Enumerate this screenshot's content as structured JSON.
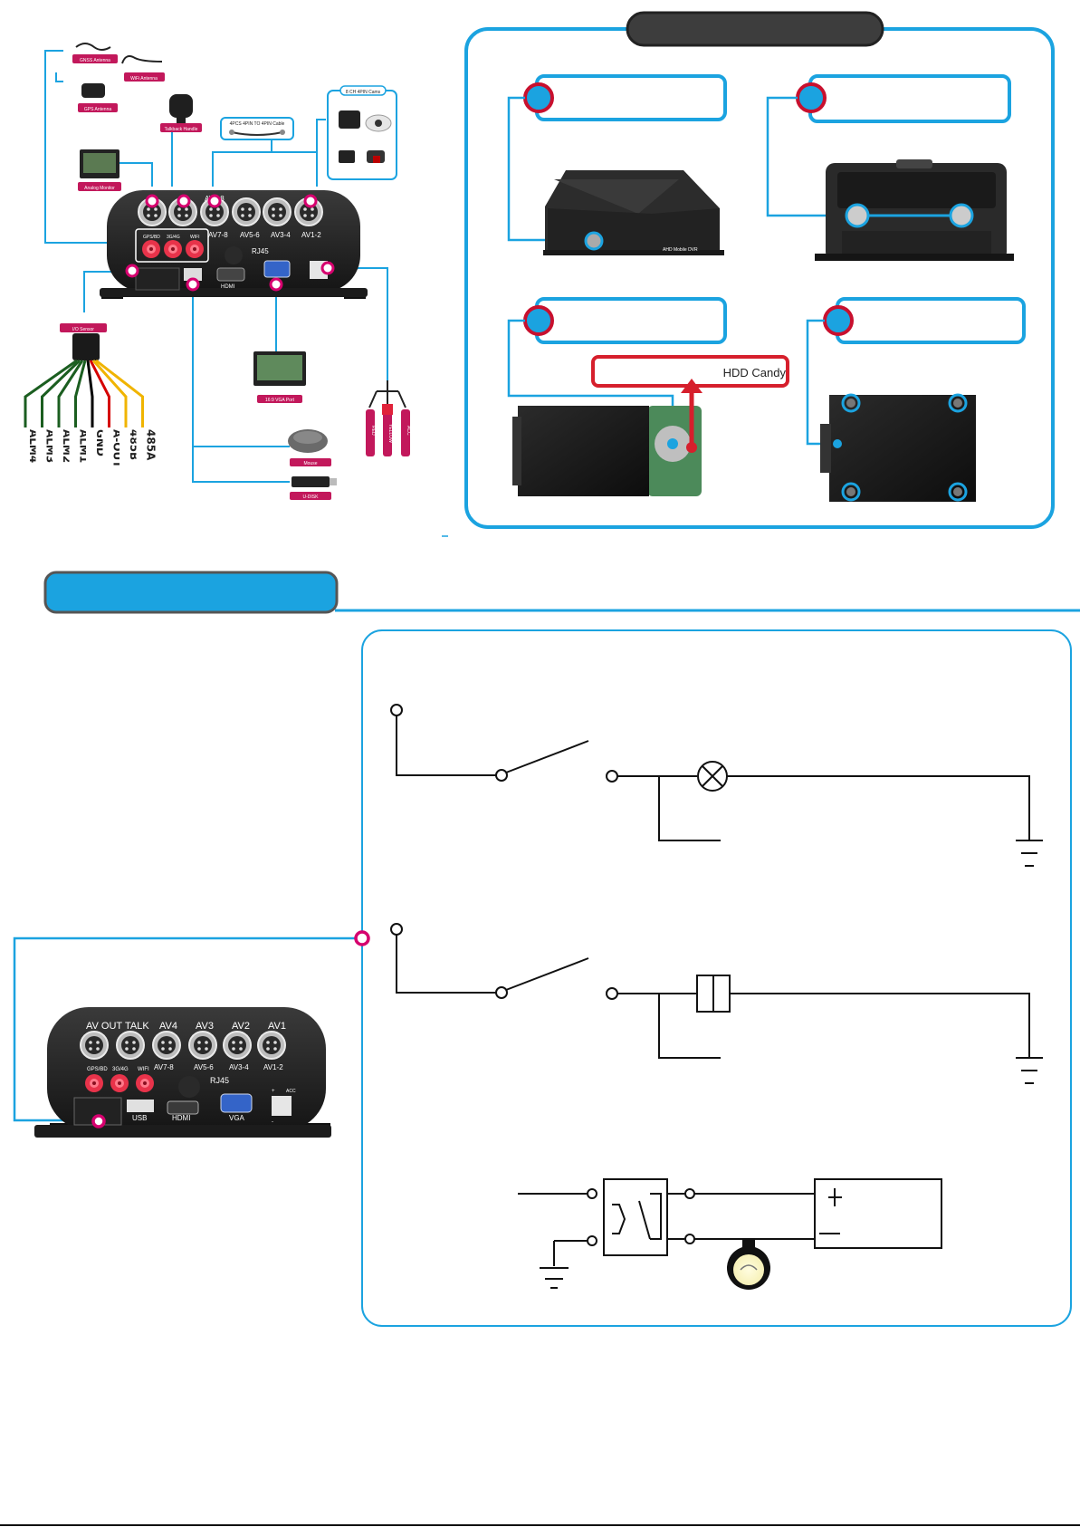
{
  "accessories": {
    "gnss_antenna": "GNSS Antenna",
    "wifi_antenna": "WiFi Antenna",
    "gps_antenna": "GPS Antenna",
    "talkback_handle": "Talkback Handle",
    "analog_monitor": "Analog Monitor",
    "cable_label": "4PCS 4PIN TO 4PIN Cable",
    "camera_group": "8 CH 4PIN Cams",
    "io_sensor": "I/O Sensor",
    "vga_monitor": "16:9 VGA Port",
    "mouse": "Mouse",
    "usb_drive": "U-DISK",
    "power_leads": [
      "RED",
      "YELLOW",
      "ACC"
    ]
  },
  "dvr_front": {
    "top_ports": [
      "AV OUT",
      "TALK",
      "AV4",
      "AV3",
      "AV2",
      "AV1"
    ],
    "bottom_port_labels": [
      "AV7-8",
      "AV5-6",
      "AV3-4",
      "AV1-2"
    ],
    "antenna_ports": [
      "GPS/BD",
      "3G/4G",
      "WIFI"
    ],
    "connectors": [
      "RJ45",
      "HDMI",
      "VGA",
      "USB"
    ],
    "power_marks": [
      "+",
      "-",
      "ACC"
    ],
    "model_tag": "AHD Mobile DVR"
  },
  "io_wires": {
    "labels": [
      "ALM4",
      "ALM3",
      "ALM2",
      "ALM1",
      "GND",
      "A-OUT",
      "485B",
      "485A"
    ],
    "colors": [
      "#1b5e20",
      "#1b5e20",
      "#1b5e20",
      "#1b5e20",
      "#000000",
      "#d50000",
      "#f0b400",
      "#f0b400"
    ]
  },
  "install": {
    "hdd_tag": "HDD Candy"
  },
  "colors": {
    "accent": "#1ba3e0",
    "pink": "#c2185b",
    "marker_red": "#c8102e"
  }
}
